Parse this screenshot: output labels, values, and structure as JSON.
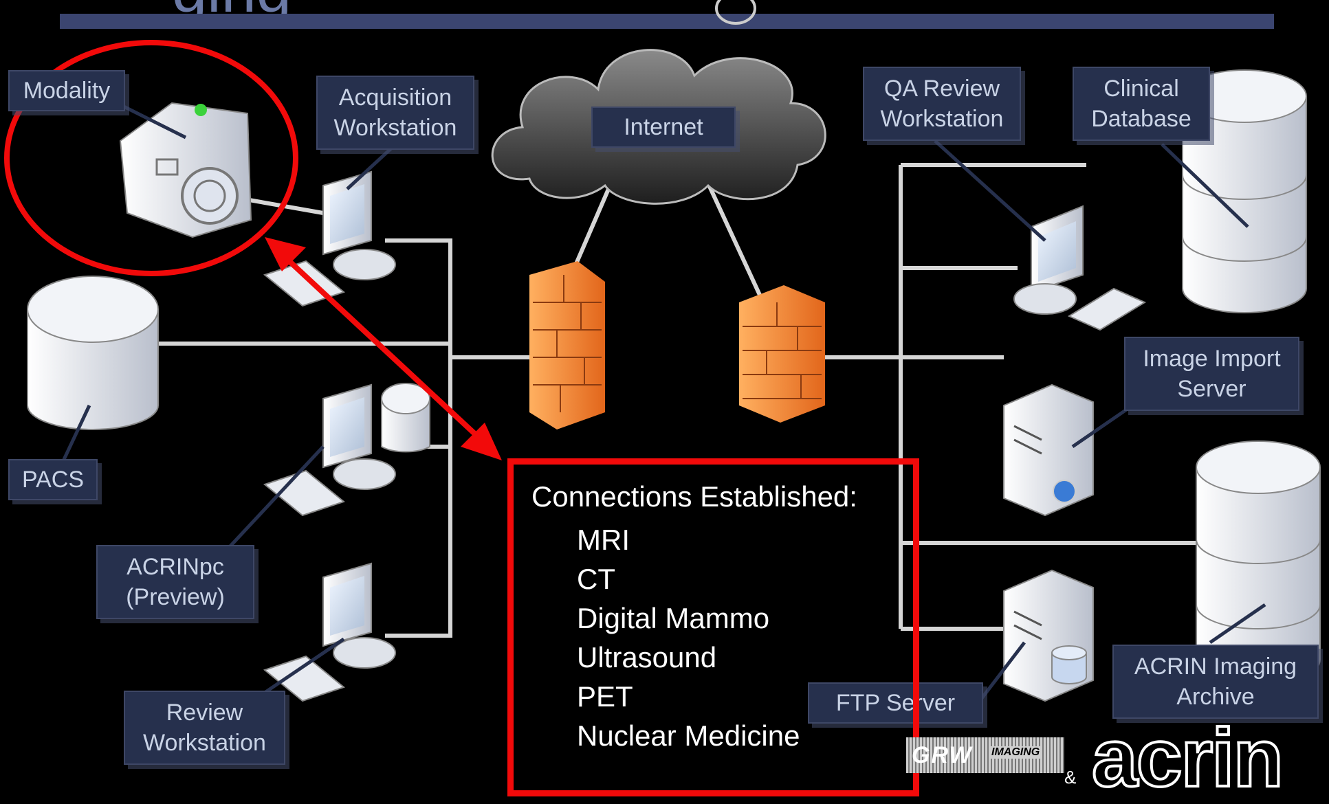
{
  "title_fragment": "ging",
  "labels": {
    "modality": "Modality",
    "acquisition": "Acquisition\nWorkstation",
    "internet": "Internet",
    "qa_review": "QA Review\nWorkstation",
    "clinical_db": "Clinical\nDatabase",
    "pacs": "PACS",
    "image_import": "Image Import\nServer",
    "acrinpc": "ACRINpc\n(Preview)",
    "review": "Review\nWorkstation",
    "ftp": "FTP Server",
    "archive": "ACRIN Imaging\nArchive"
  },
  "connections": {
    "title": "Connections Established:",
    "items": [
      "MRI",
      "CT",
      "Digital Mammo",
      "Ultrasound",
      "PET",
      "Nuclear Medicine"
    ]
  },
  "logos": {
    "grw": "GRW",
    "imaging": "IMAGING",
    "amp": "&",
    "acrin": "acrin"
  },
  "colors": {
    "label_bg": "#26304d",
    "highlight": "#f20a0a",
    "network_line": "#d8d8d8",
    "firewall": "#f08a2a"
  }
}
